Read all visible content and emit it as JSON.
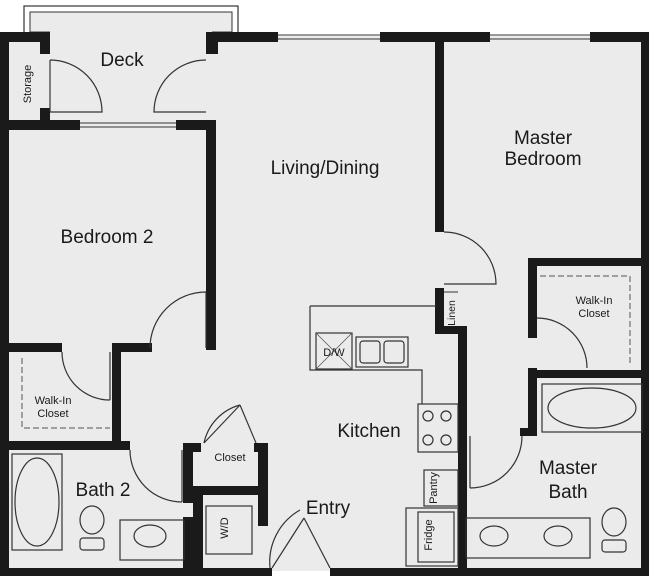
{
  "rooms": {
    "deck": "Deck",
    "storage": "Storage",
    "living_dining": "Living/Dining",
    "master_bedroom_line1": "Master",
    "master_bedroom_line2": "Bedroom",
    "bedroom2": "Bedroom 2",
    "walkin_closet_master_line1": "Walk-In",
    "walkin_closet_master_line2": "Closet",
    "linen": "Linen",
    "walkin_closet_b2_line1": "Walk-In",
    "walkin_closet_b2_line2": "Closet",
    "kitchen": "Kitchen",
    "closet": "Closet",
    "bath2": "Bath 2",
    "entry": "Entry",
    "wd": "W/D",
    "pantry": "Pantry",
    "fridge": "Fridge",
    "master_bath_line1": "Master",
    "master_bath_line2": "Bath",
    "dw": "D/W"
  },
  "colors": {
    "wall": "#1a1a1a",
    "floor": "#ebebeb"
  }
}
